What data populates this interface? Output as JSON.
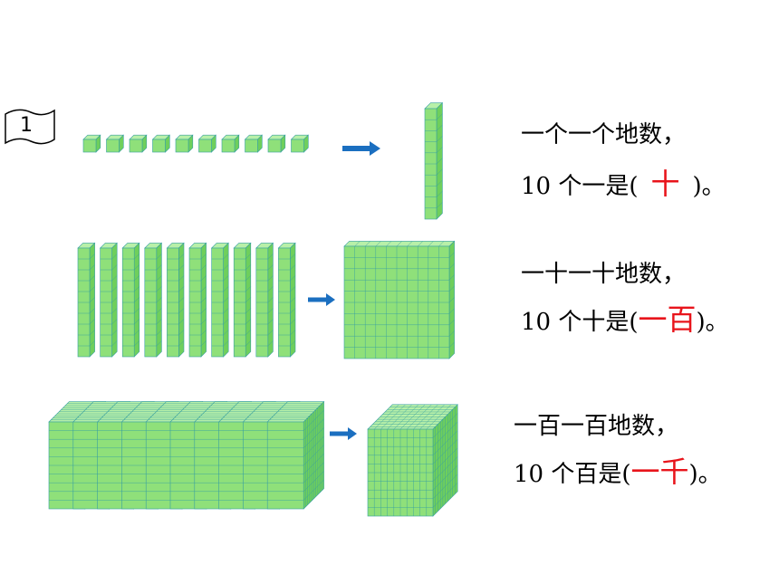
{
  "section_number": "1",
  "rows": [
    {
      "line1": "一个一个地数，",
      "line2_prefix": "10  个一是(",
      "answer": "十",
      "line2_suffix": ")。"
    },
    {
      "line1": "一十一十地数，",
      "line2_prefix": "10  个十是(",
      "answer": "一百",
      "line2_suffix": ")。"
    },
    {
      "line1": "一百一百地数，",
      "line2_prefix": "10  个百是(",
      "answer": "一千",
      "line2_suffix": ")。"
    }
  ],
  "colors": {
    "block_face": "#8fe07a",
    "block_top": "#b8f0a8",
    "block_side": "#6fcf5c",
    "block_line": "#38a0a0",
    "arrow": "#1b6fc0",
    "answer": "#e8141b"
  }
}
